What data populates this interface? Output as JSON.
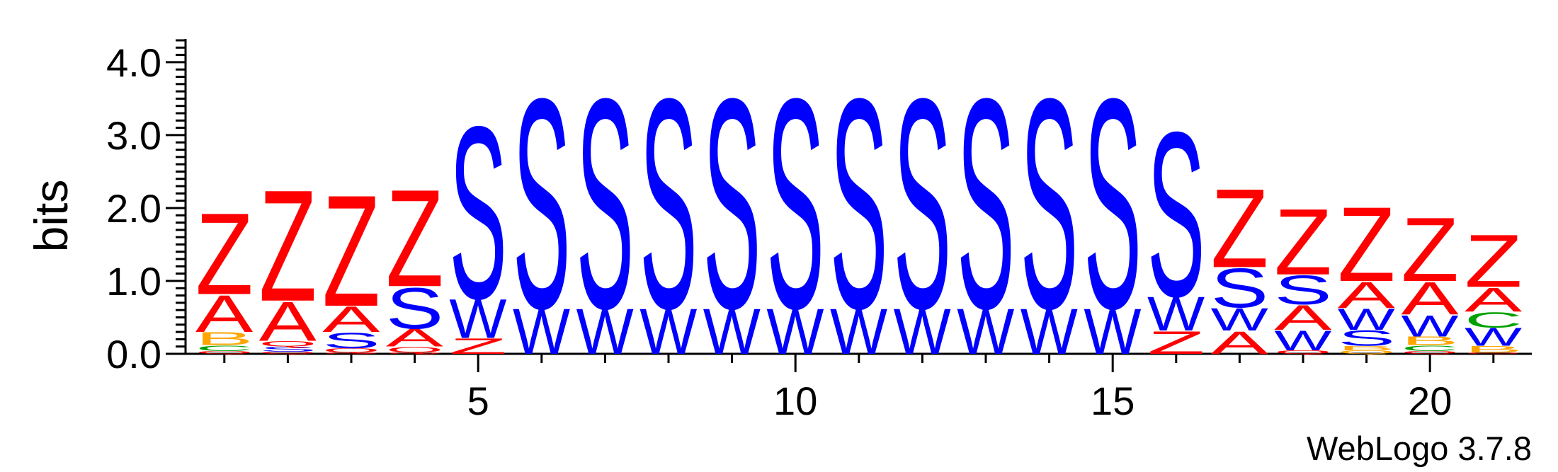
{
  "chart_data": {
    "type": "sequence-logo",
    "ylabel": "bits",
    "ylim": [
      0,
      4.3
    ],
    "y_ticks": [
      "0.0",
      "1.0",
      "2.0",
      "3.0",
      "4.0"
    ],
    "x_ticks": [
      "5",
      "10",
      "15",
      "20"
    ],
    "positions": [
      {
        "pos": 1,
        "stack": [
          [
            "Q",
            0.04,
            "red"
          ],
          [
            "C",
            0.08,
            "green"
          ],
          [
            "B",
            0.18,
            "orange"
          ],
          [
            "A",
            0.52,
            "red"
          ],
          [
            "Z",
            1.15,
            "red"
          ]
        ]
      },
      {
        "pos": 2,
        "stack": [
          [
            "Q",
            0.03,
            "red"
          ],
          [
            "S",
            0.07,
            "blue"
          ],
          [
            "Q",
            0.08,
            "red"
          ],
          [
            "A",
            0.55,
            "red"
          ],
          [
            "Z",
            1.57,
            "red"
          ]
        ]
      },
      {
        "pos": 3,
        "stack": [
          [
            "Q",
            0.02,
            "red"
          ],
          [
            "Q",
            0.06,
            "red"
          ],
          [
            "S",
            0.22,
            "blue"
          ],
          [
            "A",
            0.36,
            "red"
          ],
          [
            "Z",
            1.57,
            "red"
          ]
        ]
      },
      {
        "pos": 4,
        "stack": [
          [
            "Q",
            0.02,
            "red"
          ],
          [
            "Q",
            0.08,
            "red"
          ],
          [
            "A",
            0.25,
            "red"
          ],
          [
            "S",
            0.58,
            "blue"
          ],
          [
            "Z",
            1.37,
            "red"
          ]
        ]
      },
      {
        "pos": 5,
        "stack": [
          [
            "Z",
            0.22,
            "red"
          ],
          [
            "W",
            0.55,
            "blue"
          ],
          [
            "S",
            2.43,
            "blue"
          ]
        ]
      },
      {
        "pos": 6,
        "stack": [
          [
            "W",
            0.64,
            "blue"
          ],
          [
            "S",
            2.96,
            "blue"
          ]
        ]
      },
      {
        "pos": 7,
        "stack": [
          [
            "W",
            0.64,
            "blue"
          ],
          [
            "S",
            2.96,
            "blue"
          ]
        ]
      },
      {
        "pos": 8,
        "stack": [
          [
            "W",
            0.64,
            "blue"
          ],
          [
            "S",
            2.96,
            "blue"
          ]
        ]
      },
      {
        "pos": 9,
        "stack": [
          [
            "W",
            0.64,
            "blue"
          ],
          [
            "S",
            2.96,
            "blue"
          ]
        ]
      },
      {
        "pos": 10,
        "stack": [
          [
            "W",
            0.64,
            "blue"
          ],
          [
            "S",
            2.96,
            "blue"
          ]
        ]
      },
      {
        "pos": 11,
        "stack": [
          [
            "W",
            0.64,
            "blue"
          ],
          [
            "S",
            2.96,
            "blue"
          ]
        ]
      },
      {
        "pos": 12,
        "stack": [
          [
            "W",
            0.64,
            "blue"
          ],
          [
            "S",
            2.96,
            "blue"
          ]
        ]
      },
      {
        "pos": 13,
        "stack": [
          [
            "W",
            0.64,
            "blue"
          ],
          [
            "S",
            2.96,
            "blue"
          ]
        ]
      },
      {
        "pos": 14,
        "stack": [
          [
            "W",
            0.64,
            "blue"
          ],
          [
            "S",
            2.96,
            "blue"
          ]
        ]
      },
      {
        "pos": 15,
        "stack": [
          [
            "W",
            0.64,
            "blue"
          ],
          [
            "S",
            2.96,
            "blue"
          ]
        ]
      },
      {
        "pos": 16,
        "stack": [
          [
            "Z",
            0.32,
            "red"
          ],
          [
            "W",
            0.48,
            "blue"
          ],
          [
            "S",
            2.32,
            "blue"
          ]
        ]
      },
      {
        "pos": 17,
        "stack": [
          [
            "A",
            0.32,
            "red"
          ],
          [
            "W",
            0.32,
            "blue"
          ],
          [
            "S",
            0.55,
            "blue"
          ],
          [
            "Z",
            1.11,
            "red"
          ]
        ]
      },
      {
        "pos": 18,
        "stack": [
          [
            "Q",
            0.05,
            "red"
          ],
          [
            "W",
            0.28,
            "blue"
          ],
          [
            "A",
            0.35,
            "red"
          ],
          [
            "S",
            0.41,
            "blue"
          ],
          [
            "Z",
            0.93,
            "red"
          ]
        ]
      },
      {
        "pos": 19,
        "stack": [
          [
            "Q",
            0.05,
            "orange"
          ],
          [
            "B",
            0.06,
            "orange"
          ],
          [
            "S",
            0.22,
            "blue"
          ],
          [
            "W",
            0.3,
            "blue"
          ],
          [
            "A",
            0.37,
            "red"
          ],
          [
            "Z",
            1.05,
            "red"
          ]
        ]
      },
      {
        "pos": 20,
        "stack": [
          [
            "Q",
            0.04,
            "red"
          ],
          [
            "C",
            0.08,
            "green"
          ],
          [
            "B",
            0.12,
            "orange"
          ],
          [
            "W",
            0.3,
            "blue"
          ],
          [
            "A",
            0.46,
            "red"
          ],
          [
            "Z",
            0.9,
            "red"
          ]
        ]
      },
      {
        "pos": 21,
        "stack": [
          [
            "Q",
            0.02,
            "red"
          ],
          [
            "B",
            0.09,
            "orange"
          ],
          [
            "W",
            0.25,
            "blue"
          ],
          [
            "C",
            0.22,
            "green"
          ],
          [
            "A",
            0.34,
            "red"
          ],
          [
            "Z",
            0.74,
            "red"
          ]
        ]
      }
    ],
    "colors": {
      "red": "#ff0000",
      "blue": "#0000ff",
      "green": "#00a000",
      "orange": "#ffa500",
      "axis": "#000000"
    }
  },
  "footer": {
    "credit": "WebLogo 3.7.8"
  }
}
